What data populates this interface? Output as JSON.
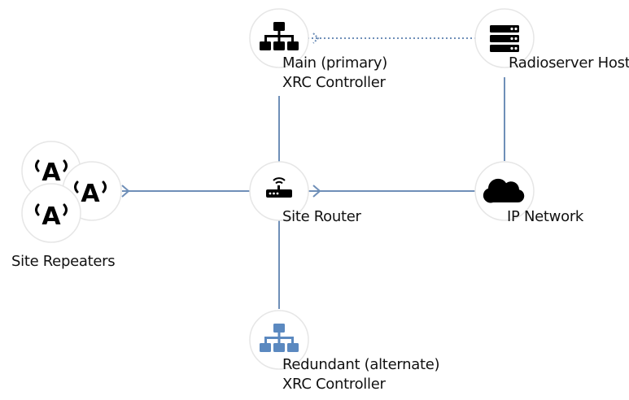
{
  "colors": {
    "line": "#6f8fb8",
    "circle_fill": "#ffffff",
    "circle_stroke": "#e6e6e6",
    "icon_dark": "#000000",
    "icon_blue": "#5b89c0",
    "text": "#111111"
  },
  "nodes": {
    "main_controller": {
      "label_line1": "Main (primary)",
      "label_line2": "XRC Controller",
      "icon": "network-hierarchy-icon"
    },
    "radioserver": {
      "label": "Radioserver Host",
      "icon": "server-rack-icon"
    },
    "site_router": {
      "label": "Site Router",
      "icon": "router-icon"
    },
    "ip_network": {
      "label": "IP Network",
      "icon": "cloud-icon"
    },
    "site_repeaters": {
      "label": "Site Repeaters",
      "icon": "radio-tower-icon",
      "glyph": "A"
    },
    "redundant_controller": {
      "label_line1": "Redundant (alternate)",
      "label_line2": "XRC Controller",
      "icon": "network-hierarchy-icon"
    }
  },
  "links": [
    {
      "from": "site_repeaters",
      "to": "site_router",
      "style": "solid",
      "arrow": true
    },
    {
      "from": "site_router",
      "to": "ip_network",
      "style": "solid",
      "arrow": true
    },
    {
      "from": "main_controller",
      "to": "site_router",
      "style": "solid",
      "arrow": false
    },
    {
      "from": "site_router",
      "to": "redundant_controller",
      "style": "solid",
      "arrow": false
    },
    {
      "from": "radioserver",
      "to": "ip_network",
      "style": "solid",
      "arrow": false
    },
    {
      "from": "main_controller",
      "to": "radioserver",
      "style": "dotted",
      "arrow": true
    }
  ]
}
